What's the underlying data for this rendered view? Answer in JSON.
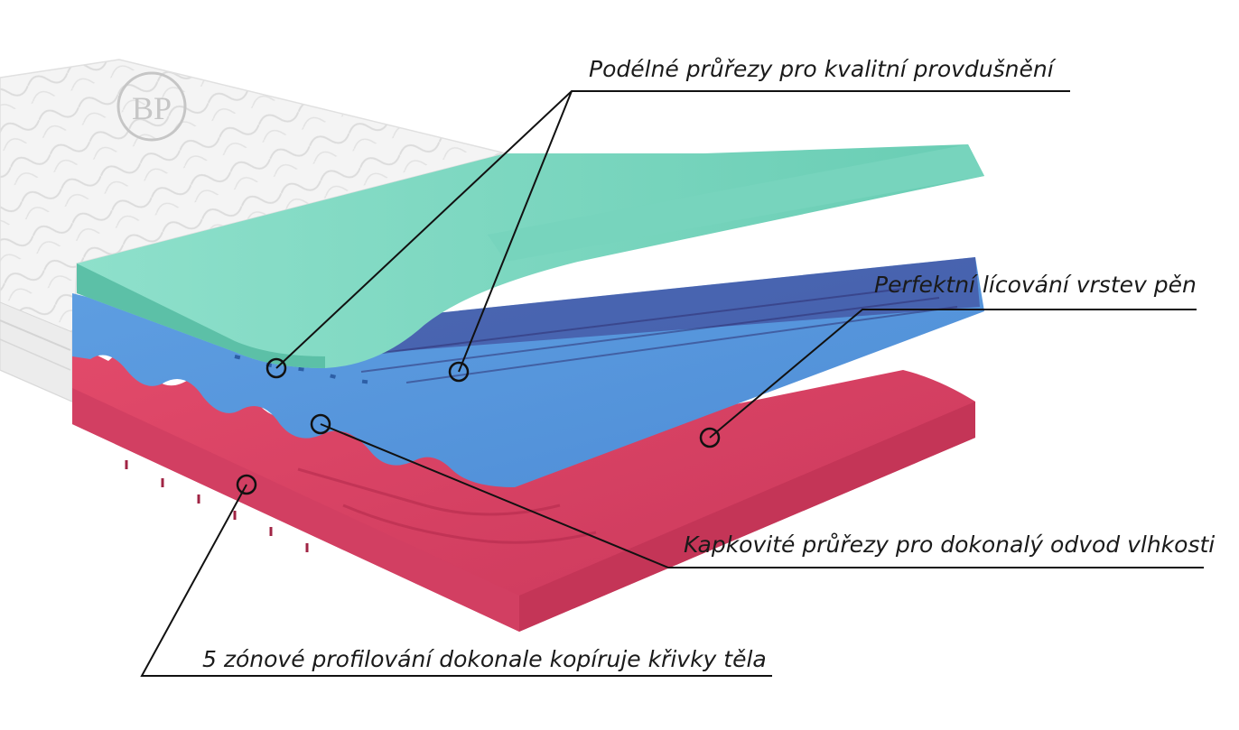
{
  "brand": {
    "logo_text": "BP"
  },
  "annotations": [
    {
      "id": "longitudinal-cuts",
      "text": "Podélné průřezy pro kvalitní provdušnění"
    },
    {
      "id": "layer-fit",
      "text": "Perfektní lícování vrstev pěn"
    },
    {
      "id": "drop-cuts",
      "text": "Kapkovité průřezy pro dokonalý odvod vlhkosti"
    },
    {
      "id": "five-zone",
      "text": "5 zónové profilování dokonale kopíruje křivky těla"
    }
  ],
  "colors": {
    "cover": "#f3f3f3",
    "top_foam": "#7fd8c2",
    "middle_foam": "#5f9de0",
    "bottom_foam": "#e04a6c",
    "callout_line": "#111111"
  }
}
